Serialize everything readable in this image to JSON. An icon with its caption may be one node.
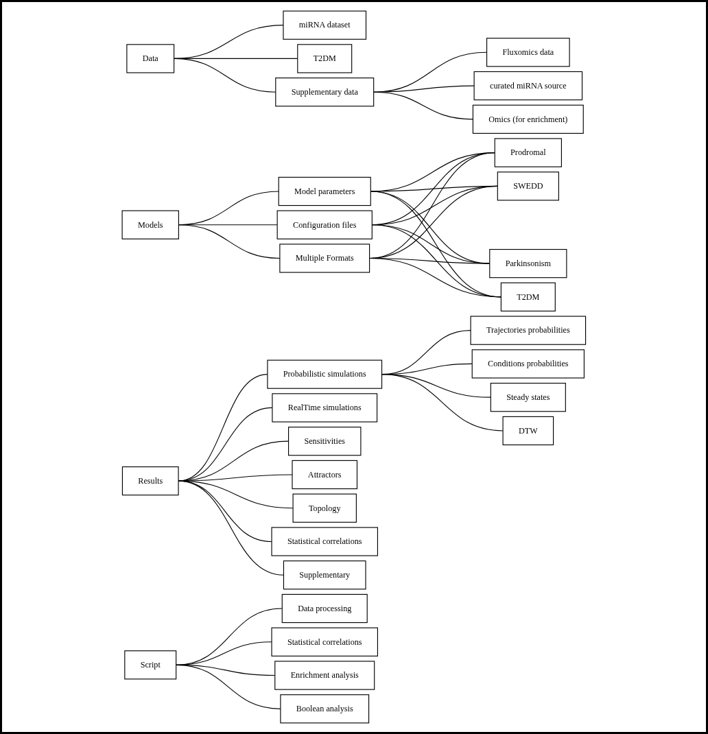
{
  "diagram": {
    "nodes": [
      {
        "text": [
          "Data"
        ]
      },
      {
        "text": [
          "miRNA dataset"
        ]
      },
      {
        "text": [
          "T2DM"
        ]
      },
      {
        "text": [
          "Supplementary data"
        ]
      },
      {
        "text": [
          "Fluxomics data"
        ]
      },
      {
        "text": [
          "curated miRNA source"
        ]
      },
      {
        "text": [
          "Omics (for enrichment)"
        ]
      },
      {
        "text": [
          "Models"
        ]
      },
      {
        "text": [
          "Model parameters"
        ]
      },
      {
        "text": [
          "Configuration files"
        ]
      },
      {
        "text": [
          "Multiple Formats"
        ]
      },
      {
        "text": [
          "Prodromal"
        ]
      },
      {
        "text": [
          "SWEDD"
        ]
      },
      {
        "text": [
          "Parkinsonism"
        ]
      },
      {
        "text": [
          "T2DM"
        ]
      },
      {
        "text": [
          "Results"
        ]
      },
      {
        "text": [
          "Probabilistic simulations"
        ]
      },
      {
        "text": [
          "RealTime simulations"
        ]
      },
      {
        "text": [
          "Sensitivities"
        ]
      },
      {
        "text": [
          "Attractors"
        ]
      },
      {
        "text": [
          "Topology"
        ]
      },
      {
        "text": [
          "Statistical correlations"
        ]
      },
      {
        "text": [
          "Supplementary"
        ]
      },
      {
        "text": [
          "Trajectories probabilities"
        ]
      },
      {
        "text": [
          "Conditions probabilities"
        ]
      },
      {
        "text": [
          "Steady states"
        ]
      },
      {
        "text": [
          "DTW"
        ]
      },
      {
        "text": [
          "Script"
        ]
      },
      {
        "text": [
          "Data processing"
        ]
      },
      {
        "text": [
          "Statistical correlations"
        ]
      },
      {
        "text": [
          "Enrichment analysis"
        ]
      },
      {
        "text": [
          "Boolean analysis"
        ]
      }
    ],
    "edges": [
      {
        "from": 0,
        "to": 1,
        "arrow": "none"
      },
      {
        "from": 0,
        "to": 2,
        "arrow": "none"
      },
      {
        "from": 0,
        "to": 3,
        "arrow": "none"
      },
      {
        "from": 3,
        "to": 4,
        "arrow": "none"
      },
      {
        "from": 3,
        "to": 5,
        "arrow": "none"
      },
      {
        "from": 3,
        "to": 6,
        "arrow": "none"
      },
      {
        "from": 7,
        "to": 8,
        "arrow": "none"
      },
      {
        "from": 7,
        "to": 9,
        "arrow": "none"
      },
      {
        "from": 7,
        "to": 10,
        "arrow": "none"
      },
      {
        "from": 8,
        "to": 11,
        "arrow": "none"
      },
      {
        "from": 8,
        "to": 12,
        "arrow": "none"
      },
      {
        "from": 8,
        "to": 13,
        "arrow": "none"
      },
      {
        "from": 8,
        "to": 14,
        "arrow": "none"
      },
      {
        "from": 9,
        "to": 11,
        "arrow": "none"
      },
      {
        "from": 9,
        "to": 12,
        "arrow": "none"
      },
      {
        "from": 9,
        "to": 13,
        "arrow": "none"
      },
      {
        "from": 9,
        "to": 14,
        "arrow": "none"
      },
      {
        "from": 10,
        "to": 11,
        "arrow": "none"
      },
      {
        "from": 10,
        "to": 12,
        "arrow": "none"
      },
      {
        "from": 10,
        "to": 13,
        "arrow": "none"
      },
      {
        "from": 10,
        "to": 14,
        "arrow": "none"
      },
      {
        "from": 15,
        "to": 16,
        "arrow": "none"
      },
      {
        "from": 15,
        "to": 17,
        "arrow": "none"
      },
      {
        "from": 15,
        "to": 18,
        "arrow": "none"
      },
      {
        "from": 15,
        "to": 19,
        "arrow": "none"
      },
      {
        "from": 15,
        "to": 20,
        "arrow": "none"
      },
      {
        "from": 15,
        "to": 21,
        "arrow": "none"
      },
      {
        "from": 15,
        "to": 22,
        "arrow": "none"
      },
      {
        "from": 16,
        "to": 23,
        "arrow": "none"
      },
      {
        "from": 16,
        "to": 24,
        "arrow": "none"
      },
      {
        "from": 16,
        "to": 25,
        "arrow": "none"
      },
      {
        "from": 16,
        "to": 26,
        "arrow": "none"
      },
      {
        "from": 27,
        "to": 28,
        "arrow": "none"
      },
      {
        "from": 27,
        "to": 29,
        "arrow": "none"
      },
      {
        "from": 27,
        "to": 30,
        "arrow": "none"
      },
      {
        "from": 27,
        "to": 31,
        "arrow": "none"
      }
    ]
  }
}
